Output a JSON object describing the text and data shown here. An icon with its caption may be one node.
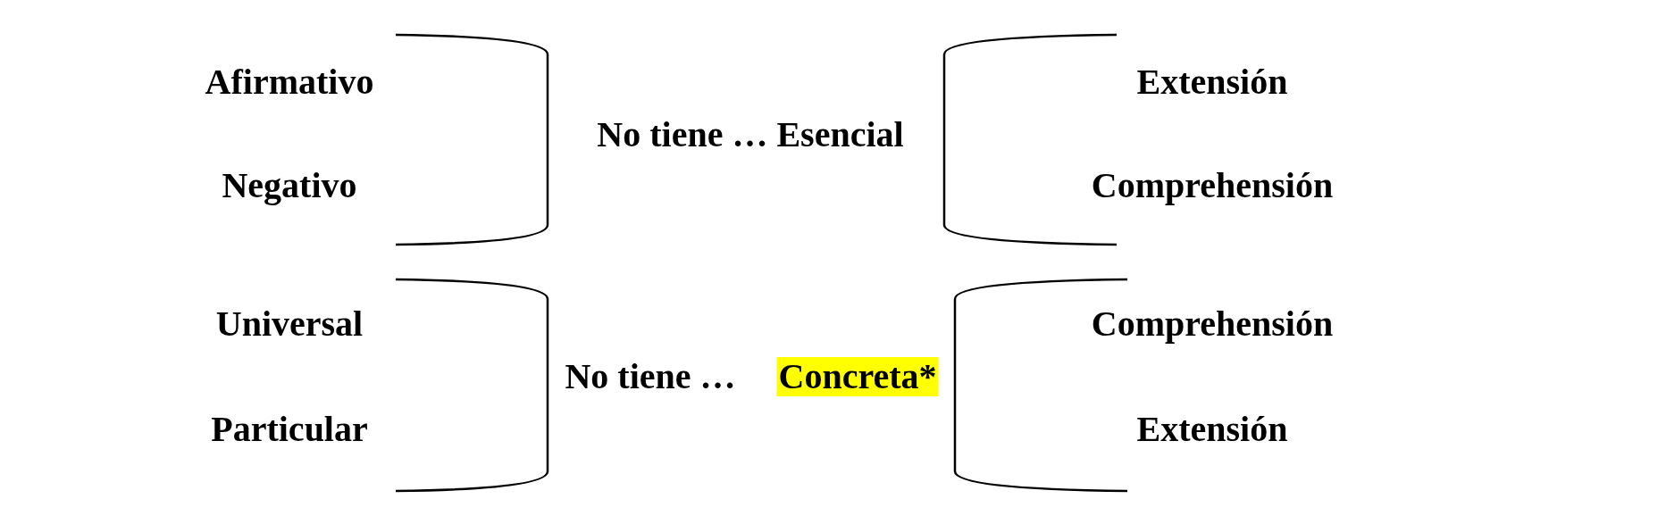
{
  "diagram": {
    "labels": [
      "Afirmativo",
      "Extensión",
      "No tiene … Esencial",
      "Negativo",
      "Comprehensión",
      "Universal",
      "Comprehensión",
      "No tiene …",
      "Concreta*",
      "Particular",
      "Extensión"
    ]
  }
}
